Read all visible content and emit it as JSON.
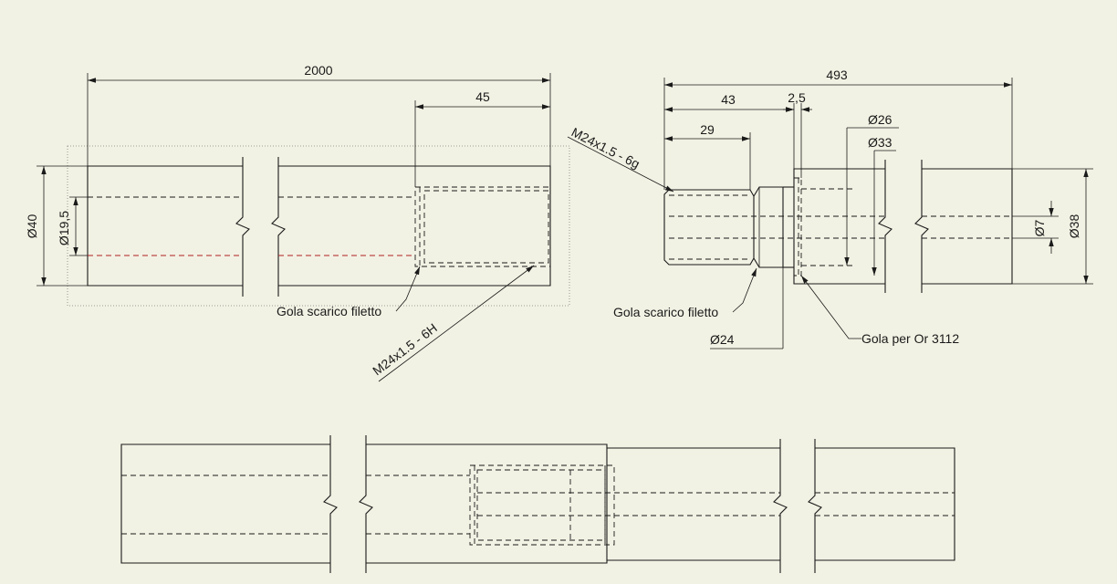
{
  "view1": {
    "dim_length": "2000",
    "dim_thread_depth": "45",
    "dim_outer_dia": "Ø40",
    "dim_bore_dia": "Ø19,5",
    "label_relief": "Gola scarico filetto",
    "label_thread": "M24x1.5 - 6H"
  },
  "view2": {
    "dim_length": "493",
    "dim_43": "43",
    "dim_29": "29",
    "dim_groove": "2,5",
    "dim_d26": "Ø26",
    "dim_d33": "Ø33",
    "dim_d7": "Ø7",
    "dim_d38": "Ø38",
    "dim_d24": "Ø24",
    "label_thread": "M24x1.5 - 6g",
    "label_relief": "Gola scarico filetto",
    "label_oring": "Gola per Or 3112"
  },
  "colors": {
    "background": "#f2f2e4",
    "line": "#1a1a1a",
    "center_red": "#b02020"
  }
}
